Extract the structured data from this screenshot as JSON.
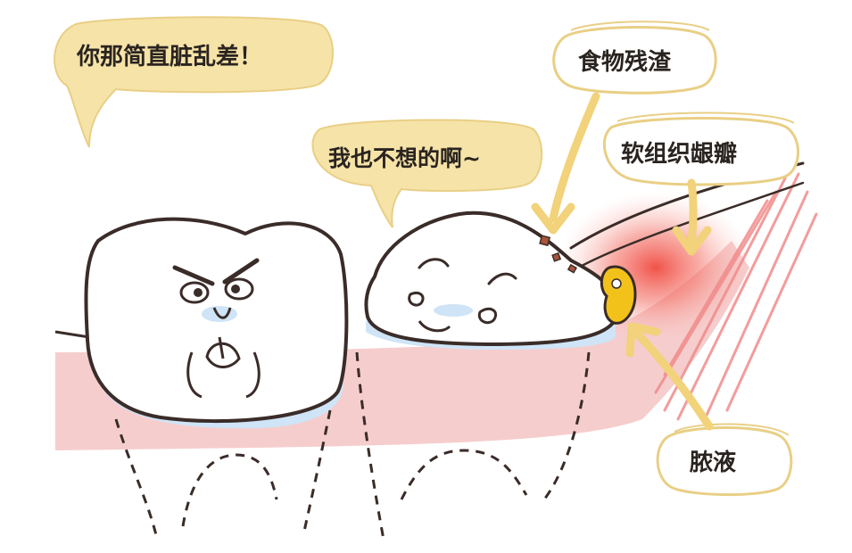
{
  "speech": {
    "angry_tooth": "你那简直脏乱差！",
    "wisdom_tooth": "我也不想的啊~"
  },
  "labels": {
    "food_debris": "食物残渣",
    "soft_tissue_flap": "软组织龈瓣",
    "pus": "脓液"
  },
  "colors": {
    "bubble_fill": "#f6e3a8",
    "bubble_stroke": "#e9cf85",
    "gum_pink": "#f6c9c9",
    "tooth_shadow": "#cfe4f6",
    "inflammation_red": "#ef5a4f",
    "pus_yellow": "#f2c21b",
    "ink": "#3a2c28"
  },
  "icons": [
    "speech-bubble",
    "arrow-down-icon",
    "arrow-up-left-icon"
  ]
}
